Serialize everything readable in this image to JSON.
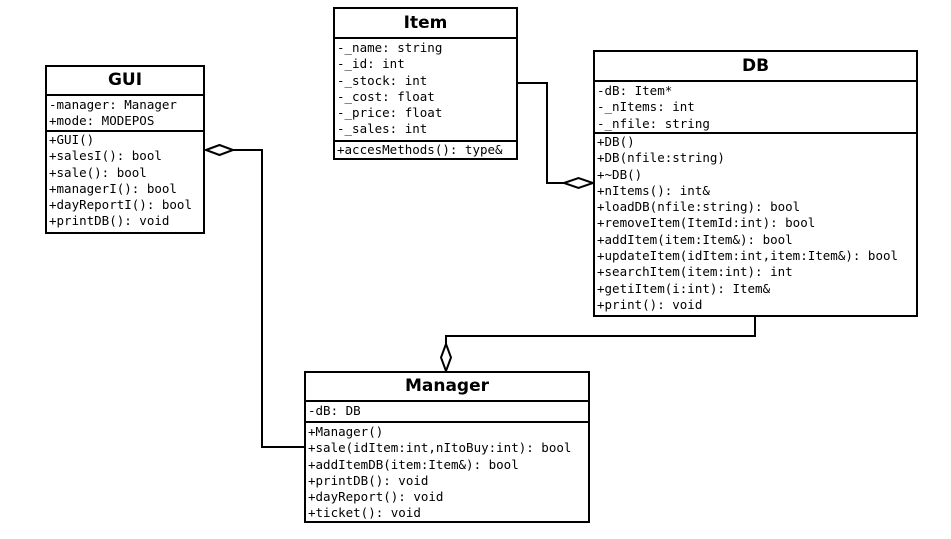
{
  "classes": {
    "gui": {
      "name": "GUI",
      "attributes": [
        "-manager: Manager",
        "+mode: MODEPOS"
      ],
      "methods": [
        "+GUI()",
        "+salesI(): bool",
        "+sale(): bool",
        "+managerI(): bool",
        "+dayReportI(): bool",
        "+printDB(): void"
      ]
    },
    "item": {
      "name": "Item",
      "attributes": [
        "-_name: string",
        "-_id: int",
        "-_stock: int",
        "-_cost: float",
        "-_price: float",
        "-_sales: int"
      ],
      "methods": [
        "+accesMethods(): type&"
      ]
    },
    "db": {
      "name": "DB",
      "attributes": [
        "-dB: Item*",
        "-_nItems: int",
        "-_nfile: string"
      ],
      "methods": [
        "+DB()",
        "+DB(nfile:string)",
        "+~DB()",
        "+nItems(): int&",
        "+loadDB(nfile:string): bool",
        "+removeItem(ItemId:int): bool",
        "+addItem(item:Item&): bool",
        "+updateItem(idItem:int,item:Item&): bool",
        "+searchItem(item:int): int",
        "+getiItem(i:int): Item&",
        "+print(): void"
      ]
    },
    "manager": {
      "name": "Manager",
      "attributes": [
        "-dB: DB"
      ],
      "methods": [
        "+Manager()",
        "+sale(idItem:int,nItoBuy:int): bool",
        "+addItemDB(item:Item&): bool",
        "+printDB(): void",
        "+dayReport(): void",
        "+ticket(): void"
      ]
    }
  },
  "relations": [
    {
      "type": "aggregation",
      "whole": "GUI",
      "part": "Manager"
    },
    {
      "type": "aggregation",
      "whole": "DB",
      "part": "Item"
    },
    {
      "type": "aggregation",
      "whole": "Manager",
      "part": "DB"
    }
  ]
}
